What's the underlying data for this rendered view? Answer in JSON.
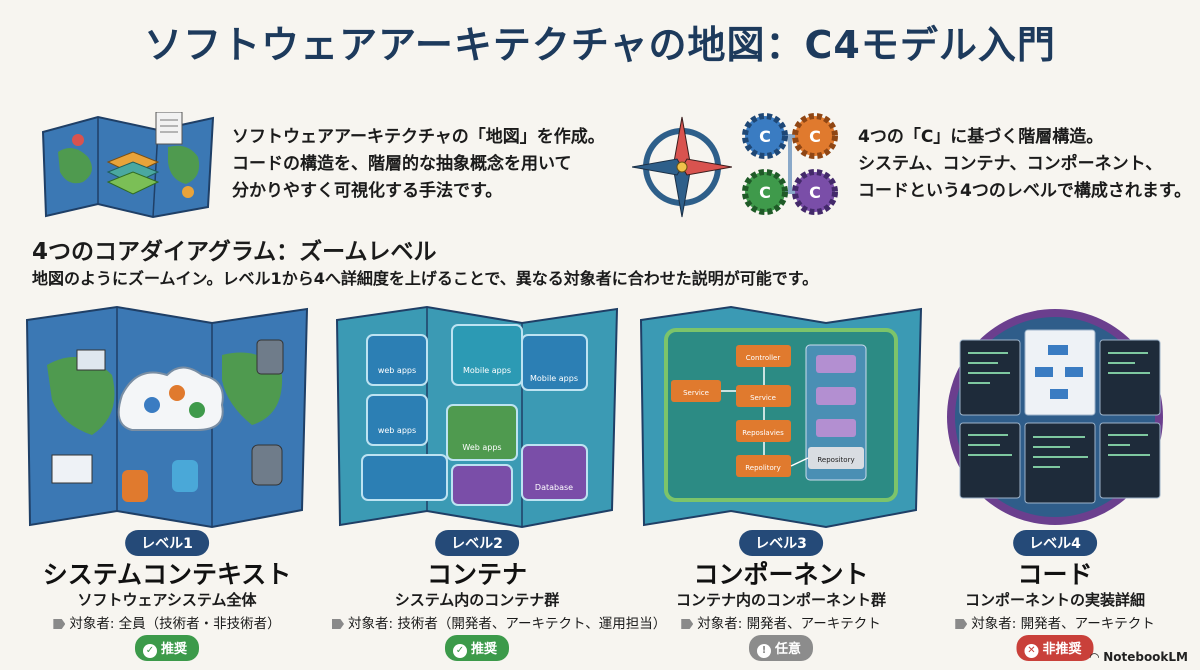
{
  "title": "ソフトウェアアーキテクチャの地図：C4モデル入門",
  "intro": {
    "left": {
      "lines": [
        "ソフトウェアアーキテクチャの「地図」を作成。",
        "コードの構造を、階層的な抽象概念を用いて",
        "分かりやすく可視化する手法です。"
      ]
    },
    "right": {
      "lines": [
        "4つの「C」に基づく階層構造。",
        "システム、コンテナ、コンポーネント、",
        "コードという4つのレベルで構成されます。"
      ],
      "gear_letters": [
        "C",
        "C",
        "C",
        "C"
      ]
    }
  },
  "section": {
    "heading": "4つのコアダイアグラム：ズームレベル",
    "subheading": "地図のようにズームイン。レベル1から4へ詳細度を上げることで、異なる対象者に合わせた説明が可能です。"
  },
  "levels": [
    {
      "pill": "レベル1",
      "title": "システムコンテキスト",
      "desc": "ソフトウェアシステム全体",
      "audience": "対象者: 全員（技術者・非技術者）",
      "badge": "推奨",
      "badge_icon": "✓",
      "badge_color": "#3c9a4a"
    },
    {
      "pill": "レベル2",
      "title": "コンテナ",
      "desc": "システム内のコンテナ群",
      "audience": "対象者: 技術者（開発者、アーキテクト、運用担当）",
      "badge": "推奨",
      "badge_icon": "✓",
      "badge_color": "#3c9a4a",
      "labels": [
        "web apps",
        "Mobile apps",
        "Mobile apps",
        "web apps",
        "Web apps",
        "Database"
      ]
    },
    {
      "pill": "レベル3",
      "title": "コンポーネント",
      "desc": "コンテナ内のコンポーネント群",
      "audience": "対象者: 開発者、アーキテクト",
      "badge": "任意",
      "badge_icon": "!",
      "badge_color": "#8c8c8c",
      "labels": [
        "Controller",
        "Service",
        "Service",
        "Reposlavies",
        "Repolitory",
        "Repository"
      ]
    },
    {
      "pill": "レベル4",
      "title": "コード",
      "desc": "コンポーネントの実装詳細",
      "audience": "対象者: 開発者、アーキテクト",
      "badge": "非推奨",
      "badge_icon": "✕",
      "badge_color": "#c9403a"
    }
  ],
  "logo": "NotebookLM",
  "colors": {
    "title": "#1d3a5c",
    "pill": "#254a78",
    "map_blue": "#3b78b4",
    "map_land": "#4f9a4f",
    "recommended": "#3c9a4a",
    "optional": "#8c8c8c",
    "not_recommended": "#c9403a"
  }
}
